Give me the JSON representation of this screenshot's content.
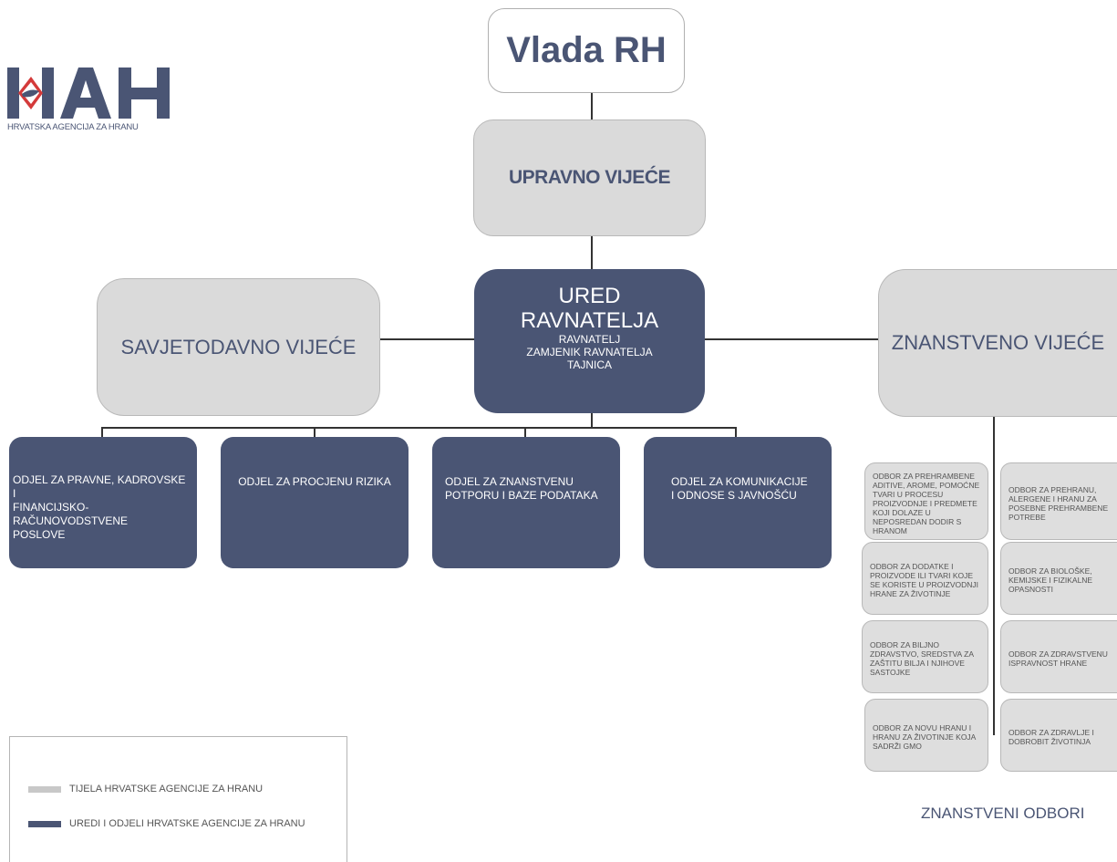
{
  "logo": {
    "letters": "HAH",
    "subtitle": "HRVATSKA AGENCIJA ZA HRANU"
  },
  "top": {
    "title": "Vlada RH"
  },
  "board": {
    "title": "UPRAVNO VIJEĆE"
  },
  "director": {
    "title_line1": "URED",
    "title_line2": "RAVNATELJA",
    "staff": [
      "RAVNATELJ",
      "ZAMJENIK RAVNATELJA",
      "TAJNICA"
    ]
  },
  "advisory": {
    "title": "SAVJETODAVNO VIJEĆE"
  },
  "scientific": {
    "title": "ZNANSTVENO VIJEĆE"
  },
  "departments": [
    {
      "label": "ODJEL ZA  PRAVNE, KADROVSKE\nI\nFINANCIJSKO-RAČUNOVODSTVENE\nPOSLOVE"
    },
    {
      "label": "ODJEL ZA PROCJENU RIZIKA"
    },
    {
      "label": "ODJEL ZA ZNANSTVENU\nPOTPORU I BAZE PODATAKA"
    },
    {
      "label": "ODJEL ZA KOMUNIKACIJE\nI ODNOSE S JAVNOŠĆU"
    }
  ],
  "committees": {
    "left": [
      "ODBOR ZA PREHRAMBENE ADITIVE, AROME, POMOĆNE TVARI U PROCESU PROIZVODNJE I PREDMETE KOJI DOLAZE U NEPOSREDAN DODIR S HRANOM",
      "ODBOR ZA DODATKE I PROIZVODE ILI TVARI KOJE SE KORISTE U PROIZVODNJI HRANE ZA ŽIVOTINJE",
      "ODBOR ZA BILJNO ZDRAVSTVO, SREDSTVA ZA ZAŠTITU BILJA I NJIHOVE SASTOJKE",
      "ODBOR ZA NOVU HRANU I HRANU ZA ŽIVOTINJE KOJA SADRŽI GMO"
    ],
    "right": [
      "ODBOR ZA PREHRANU, ALERGENE I HRANU ZA POSEBNE PREHRAMBENE POTREBE",
      "ODBOR ZA BIOLOŠKE, KEMIJSKE I FIZIKALNE OPASNOSTI",
      "ODBOR ZA ZDRAVSTVENU ISPRAVNOST HRANE",
      "ODBOR ZA ZDRAVLJE I DOBROBIT ŽIVOTINJA"
    ],
    "caption": "ZNANSTVENI ODBORI"
  },
  "legend": {
    "items": [
      {
        "label": "TIJELA HRVATSKE AGENCIJE ZA HRANU",
        "color": "#c8c8c8"
      },
      {
        "label": "UREDI I ODJELI HRVATSKE AGENCIJE ZA HRANU",
        "color": "#4a5574"
      }
    ]
  },
  "colors": {
    "dark_box": "#4a5574",
    "light_box": "#dadada",
    "accent_red": "#d43a3a"
  }
}
